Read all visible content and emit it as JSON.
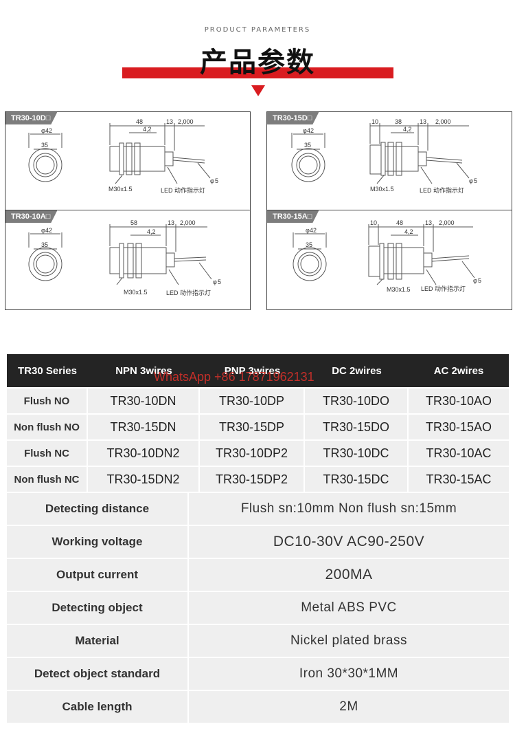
{
  "header": {
    "subtitle": "PRODUCT PARAMETERS",
    "title": "产品参数"
  },
  "diagrams": [
    {
      "tag": "TR30-10D□",
      "d42": "42",
      "d35": "35",
      "len": "48",
      "thread": "4,2",
      "l13": "13",
      "cable": "2,000",
      "m": "M30x1.5",
      "led": "LED 动作指示灯",
      "phi": "5"
    },
    {
      "tag": "TR30-15D□",
      "d42": "42",
      "d35": "35",
      "l10": "10",
      "len": "38",
      "thread": "4,2",
      "l13": "13",
      "cable": "2,000",
      "m": "M30x1.5",
      "led": "LED 动作指示灯",
      "phi": "5"
    },
    {
      "tag": "TR30-10A□",
      "d42": "42",
      "d35": "35",
      "len": "58",
      "thread": "4,2",
      "l13": "13",
      "cable": "2,000",
      "m": "M30x1.5",
      "led": "LED 动作指示灯",
      "phi": "5"
    },
    {
      "tag": "TR30-15A□",
      "d42": "42",
      "d35": "35",
      "l10": "10",
      "len": "48",
      "thread": "4,2",
      "l13": "13",
      "cable": "2,000",
      "m": "M30x1.5",
      "led": "LED 动作指示灯",
      "phi": "5"
    }
  ],
  "watermark": "WhatsApp +86 17871962131",
  "table": {
    "headers": [
      "TR30 Series",
      "NPN 3wires",
      "PNP 3wires",
      "DC 2wires",
      "AC 2wires"
    ],
    "rows": [
      {
        "label": "Flush NO",
        "cells": [
          "TR30-10DN",
          "TR30-10DP",
          "TR30-10DO",
          "TR30-10AO"
        ]
      },
      {
        "label": "Non flush NO",
        "cells": [
          "TR30-15DN",
          "TR30-15DP",
          "TR30-15DO",
          "TR30-15AO"
        ]
      },
      {
        "label": "Flush NC",
        "cells": [
          "TR30-10DN2",
          "TR30-10DP2",
          "TR30-10DC",
          "TR30-10AC"
        ]
      },
      {
        "label": "Non flush NC",
        "cells": [
          "TR30-15DN2",
          "TR30-15DP2",
          "TR30-15DC",
          "TR30-15AC"
        ]
      }
    ],
    "specs": [
      {
        "label": "Detecting distance",
        "value": "Flush sn:10mm  Non flush sn:15mm"
      },
      {
        "label": "Working voltage",
        "value": "DC10-30V   AC90-250V"
      },
      {
        "label": "Output current",
        "value": "200MA"
      },
      {
        "label": "Detecting object",
        "value": "Metal  ABS PVC"
      },
      {
        "label": "Material",
        "value": "Nickel plated brass"
      },
      {
        "label": "Detect object standard",
        "value": "Iron  30*30*1MM"
      },
      {
        "label": "Cable length",
        "value": "2M"
      }
    ]
  }
}
